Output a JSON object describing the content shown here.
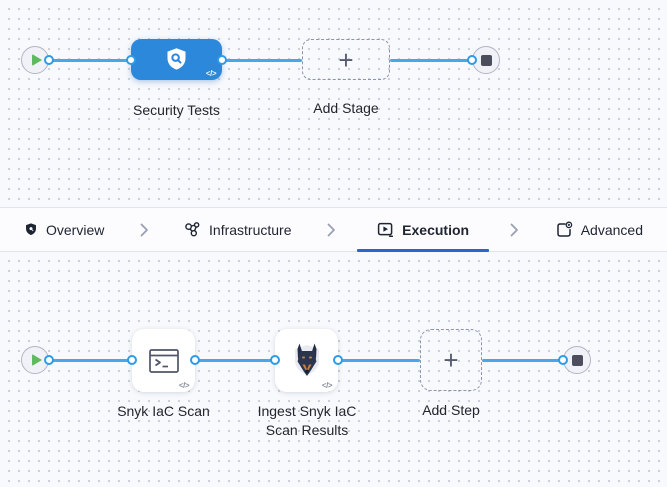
{
  "colors": {
    "canvas_bg": "#f7f9fc",
    "edge_blue": "#49a7e9",
    "port_ring_blue": "#2d9ce8",
    "stage_blue": "#2b88db",
    "active_tab_underline": "#2569c8",
    "play_green": "#5fb95f",
    "stop_slate": "#4c4e5d"
  },
  "stage_pipeline": {
    "start_node": {
      "icon": "play-icon"
    },
    "stage": {
      "label": "Security Tests",
      "icon": "shield-scan-icon",
      "code_badge": "</>"
    },
    "add_stage": {
      "label": "Add Stage",
      "plus": "+"
    },
    "end_node": {
      "icon": "stop-icon"
    }
  },
  "tab_bar": {
    "tabs": [
      {
        "label": "Overview",
        "icon": "shield-icon",
        "active": false
      },
      {
        "label": "Infrastructure",
        "icon": "cluster-icon",
        "active": false
      },
      {
        "label": "Execution",
        "icon": "play-window-icon",
        "active": true
      },
      {
        "label": "Advanced",
        "icon": "template-gear-icon",
        "active": false
      }
    ]
  },
  "step_pipeline": {
    "start_node": {
      "icon": "play-icon"
    },
    "steps": [
      {
        "label": "Snyk IaC Scan",
        "icon": "terminal-icon",
        "code_badge": "</>"
      },
      {
        "label": "Ingest Snyk IaC Scan Results",
        "icon": "snyk-dog-icon",
        "code_badge": "</>"
      }
    ],
    "add_step": {
      "label": "Add Step",
      "plus": "+"
    },
    "end_node": {
      "icon": "stop-icon"
    }
  }
}
